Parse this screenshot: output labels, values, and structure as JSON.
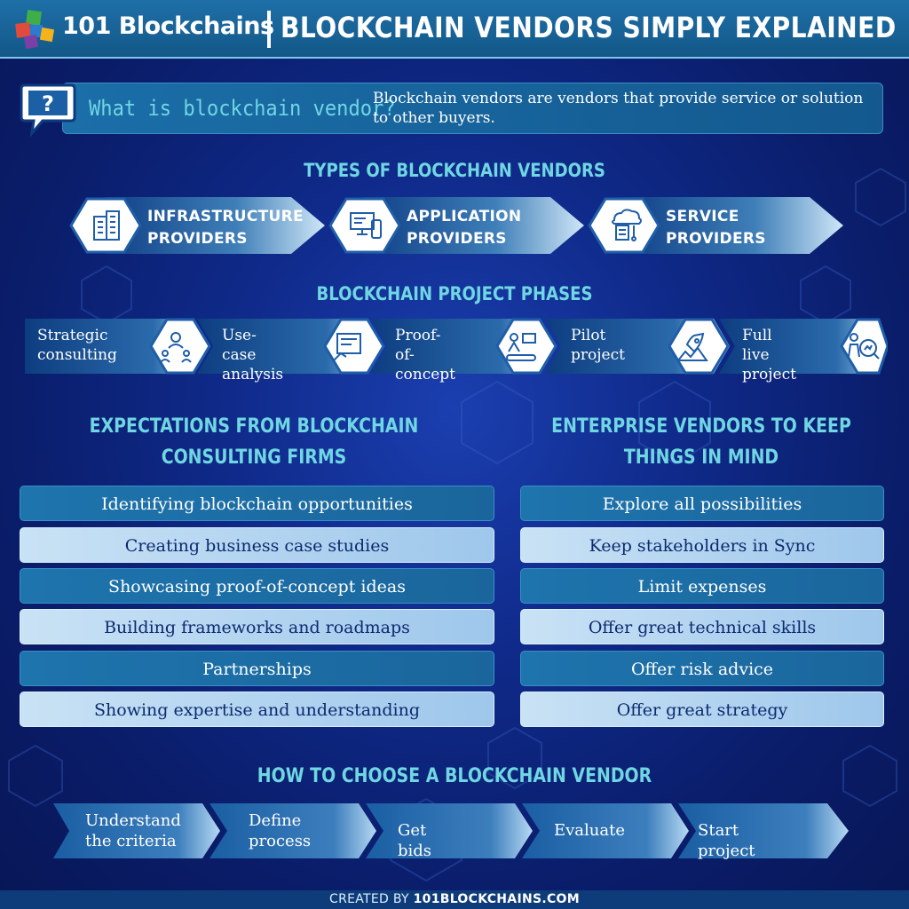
{
  "header": {
    "brand": "101 Blockchains",
    "title": "BLOCKCHAIN VENDORS SIMPLY EXPLAINED"
  },
  "whatis": {
    "question": "What is blockchain vendor?",
    "answer": "Blockchain vendors are vendors that provide service or solution to other buyers."
  },
  "types": {
    "heading": "TYPES OF BLOCKCHAIN VENDORS",
    "items": [
      {
        "label": "INFRASTRUCTURE PROVIDERS",
        "icon": "building-icon"
      },
      {
        "label": "APPLICATION PROVIDERS",
        "icon": "devices-icon"
      },
      {
        "label": "SERVICE PROVIDERS",
        "icon": "cloud-server-icon"
      }
    ]
  },
  "phases": {
    "heading": "BLOCKCHAIN PROJECT PHASES",
    "items": [
      {
        "label": "Strategic\nconsulting",
        "icon": "consulting-icon"
      },
      {
        "label": "Use-case\nanalysis",
        "icon": "analysis-icon"
      },
      {
        "label": "Proof-of-\nconcept",
        "icon": "concept-icon"
      },
      {
        "label": "Pilot\nproject",
        "icon": "rocket-icon"
      },
      {
        "label": "Full live\nproject",
        "icon": "presentation-icon"
      }
    ]
  },
  "expectations": {
    "heading_line1": "EXPECTATIONS FROM BLOCKCHAIN",
    "heading_line2": "CONSULTING FIRMS",
    "items": [
      "Identifying blockchain opportunities",
      "Creating business case studies",
      "Showcasing proof-of-concept ideas",
      "Building frameworks and roadmaps",
      "Partnerships",
      "Showing expertise and understanding"
    ]
  },
  "enterprise": {
    "heading_line1": "ENTERPRISE VENDORS TO KEEP",
    "heading_line2": "THINGS IN MIND",
    "items": [
      "Explore all possibilities",
      "Keep stakeholders in Sync",
      "Limit expenses",
      "Offer great technical skills",
      "Offer risk advice",
      "Offer great strategy"
    ]
  },
  "choose": {
    "heading": "HOW TO CHOOSE A BLOCKCHAIN VENDOR",
    "steps": [
      "Understand\nthe criteria",
      "Define\nprocess",
      "Get bids",
      "Evaluate",
      "Start project"
    ]
  },
  "footer": {
    "prefix": "CREATED BY ",
    "site": "101BLOCKCHAINS.COM"
  },
  "colors": {
    "accent": "#6fd6e2",
    "bar_dark": "#1e74ad",
    "bar_light": "#b8d8f1",
    "background": "#0f2a8a"
  }
}
